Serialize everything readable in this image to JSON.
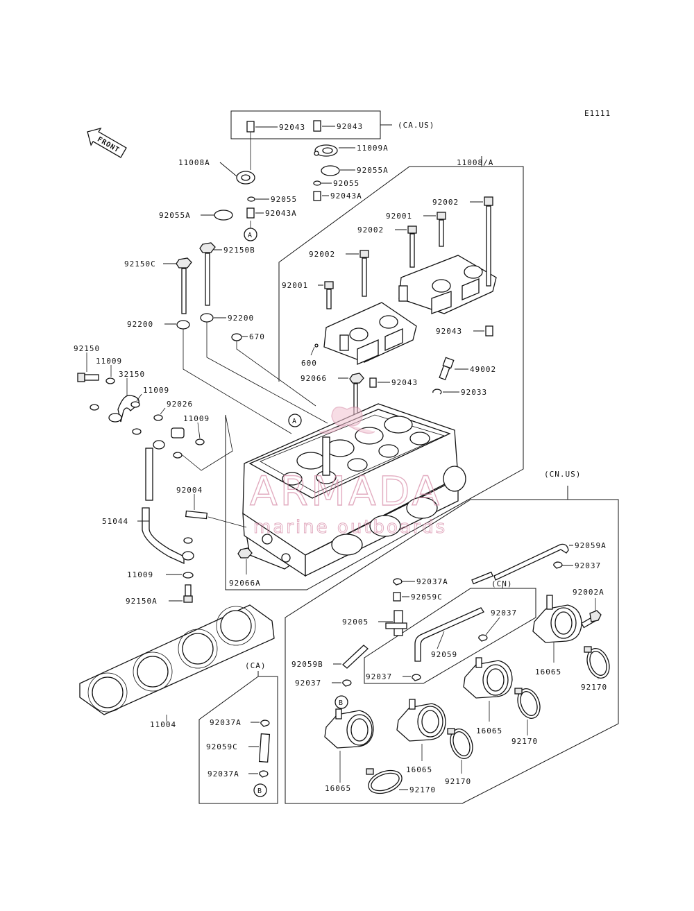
{
  "header": {
    "code": "E1111"
  },
  "orientation": {
    "front_label": "FRONT"
  },
  "watermark": {
    "brand": "ARMADA",
    "tagline": "marine outboards"
  },
  "groups": {
    "ca_us": "(CA.US)",
    "cn_us": "(CN.US)",
    "cn": "(CN)",
    "ca": "(CA)",
    "head_set": "11008/A"
  },
  "markers": {
    "a": "A",
    "b": "B"
  },
  "labels": {
    "p92043_l": "92043",
    "p92043_r": "92043",
    "p11009a_top": "11009A",
    "p92055a_top": "92055A",
    "p92055_top": "92055",
    "p92043a_top": "92043A",
    "p11008a": "11008A",
    "p92055_l": "92055",
    "p92055a_l": "92055A",
    "p92043a_l": "92043A",
    "p92150b": "92150B",
    "p92150c": "92150C",
    "p92200_l": "92200",
    "p92200_r": "92200",
    "p670": "670",
    "p92002_a": "92002",
    "p92001_a": "92001",
    "p92002_b": "92002",
    "p92002_c": "92002",
    "p92001_b": "92001",
    "p92043_cam": "92043",
    "p600": "600",
    "p92066": "92066",
    "p92043_mid": "92043",
    "p49002": "49002",
    "p92033": "92033",
    "p92150_bolt": "92150",
    "p11009_a": "11009",
    "p32150": "32150",
    "p11009_b": "11009",
    "p92026": "92026",
    "p11009_c": "11009",
    "p92004": "92004",
    "p51044": "51044",
    "p11009_d": "11009",
    "p92150a": "92150A",
    "p92066a": "92066A",
    "p11004": "11004",
    "p92059a": "92059A",
    "p92037_r": "92037",
    "p92002a": "92002A",
    "p92037a_mid": "92037A",
    "p92059c_mid": "92059C",
    "p92005": "92005",
    "p92037_cn": "92037",
    "p92059": "92059",
    "p92059b": "92059B",
    "p92037_l": "92037",
    "p92037_cn2": "92037",
    "p16065_a": "16065",
    "p16065_b": "16065",
    "p16065_c": "16065",
    "p16065_d": "16065",
    "p92170_a": "92170",
    "p92170_b": "92170",
    "p92170_c": "92170",
    "p92170_d": "92170",
    "p92037a_ca1": "92037A",
    "p92059c_ca": "92059C",
    "p92037a_ca2": "92037A"
  }
}
